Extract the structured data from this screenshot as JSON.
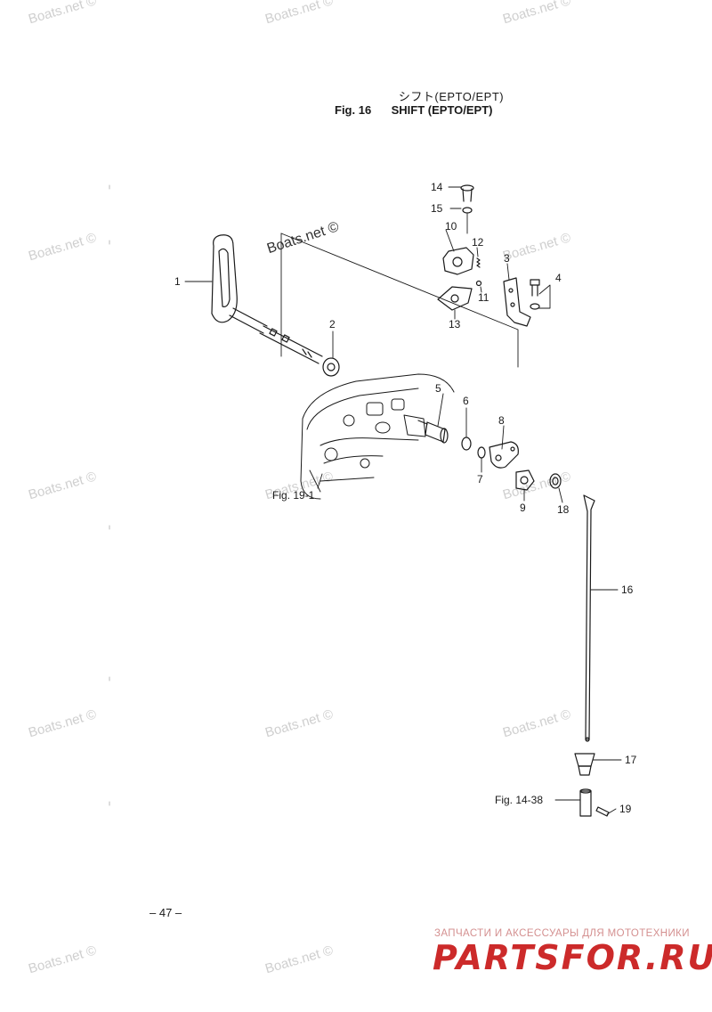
{
  "title": {
    "japanese": "シフト(EPTO/EPT)",
    "figure_label": "Fig. 16",
    "main": "SHIFT (EPTO/EPT)"
  },
  "watermark_text": "Boats.net ©",
  "callouts": {
    "c1": "1",
    "c2": "2",
    "c3": "3",
    "c4": "4",
    "c5": "5",
    "c6": "6",
    "c7": "7",
    "c8": "8",
    "c9": "9",
    "c10": "10",
    "c11": "11",
    "c12": "12",
    "c13": "13",
    "c14": "14",
    "c15": "15",
    "c16": "16",
    "c17": "17",
    "c18": "18",
    "c19": "19"
  },
  "figure_refs": {
    "r1": "Fig. 19-1",
    "r2": "Fig. 14-38"
  },
  "page_number": "– 47 –",
  "footer": {
    "tagline": "ЗАПЧАСТИ И АКСЕССУАРЫ ДЛЯ МОТОТЕХНИКИ",
    "brand": "PARTSFOR.RU"
  },
  "colors": {
    "line": "#1a1a1a",
    "watermark": "#cfcfcf",
    "brand": "#cc2a2a"
  }
}
